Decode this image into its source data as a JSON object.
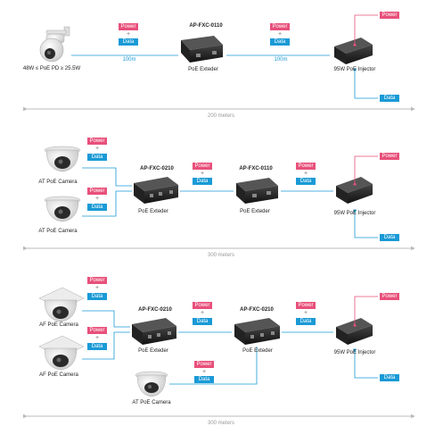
{
  "labels": {
    "power": "Power",
    "data": "Data",
    "plus": "+",
    "injector": "95W PoE Injector",
    "extender": "PoE Exteder",
    "ptz_camera": "48W ≤ PoE PD ≥ 25.5W",
    "at_camera": "AT PoE Camera",
    "af_camera": "AF PoE Camera",
    "model_0110": "AP-FXC-0110",
    "model_0210": "AP-FXC-0210",
    "link_100m": "100m",
    "dist_200": "200 meters",
    "dist_300": "300 meters"
  },
  "colors": {
    "power": "#e8507a",
    "data": "#1a9ad6",
    "line": "#1a9ad6",
    "power_line": "#e8507a",
    "dimension": "#bbbbbb",
    "device": "#1c1c1c"
  }
}
